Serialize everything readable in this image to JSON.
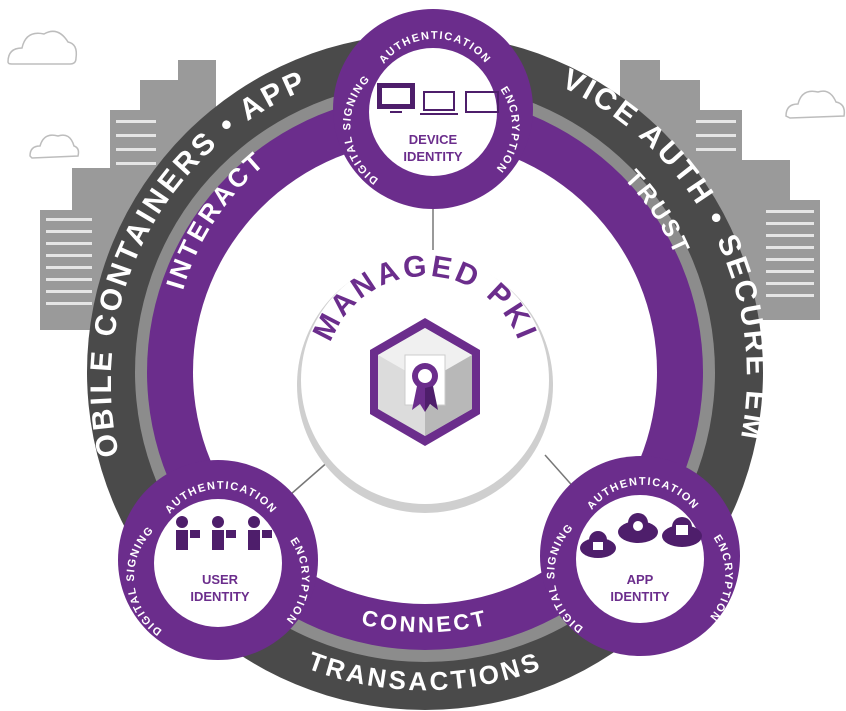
{
  "colors": {
    "purple": "#6b2d8c",
    "purple_dark": "#4e1e6b",
    "gray_dark": "#4a4a4a",
    "gray_mid": "#8c8c8c",
    "building": "#9a9a9a",
    "white": "#ffffff"
  },
  "center": {
    "title": "MANAGED PKI",
    "icon": "certificate-ribbon-icon"
  },
  "outer_ring": {
    "left": "MOBILE CONTAINERS • APPS",
    "right": "DEVICE AUTH • SECURE EMAIL",
    "bottom": "TRANSACTIONS"
  },
  "inner_ring": {
    "left": "INTERACT",
    "right": "TRUST",
    "bottom": "CONNECT"
  },
  "nodes": {
    "device": {
      "top": "AUTHENTICATION",
      "left": "DIGITAL SIGNING",
      "right": "ENCRYPTION",
      "line1": "DEVICE",
      "line2": "IDENTITY",
      "icon": "devices-icon"
    },
    "user": {
      "top": "AUTHENTICATION",
      "left": "DIGITAL SIGNING",
      "right": "ENCRYPTION",
      "line1": "USER",
      "line2": "IDENTITY",
      "icon": "users-at-computers-icon"
    },
    "app": {
      "top": "AUTHENTICATION",
      "left": "DIGITAL SIGNING",
      "right": "ENCRYPTION",
      "line1": "APP",
      "line2": "IDENTITY",
      "icon": "cloud-apps-icon"
    }
  }
}
